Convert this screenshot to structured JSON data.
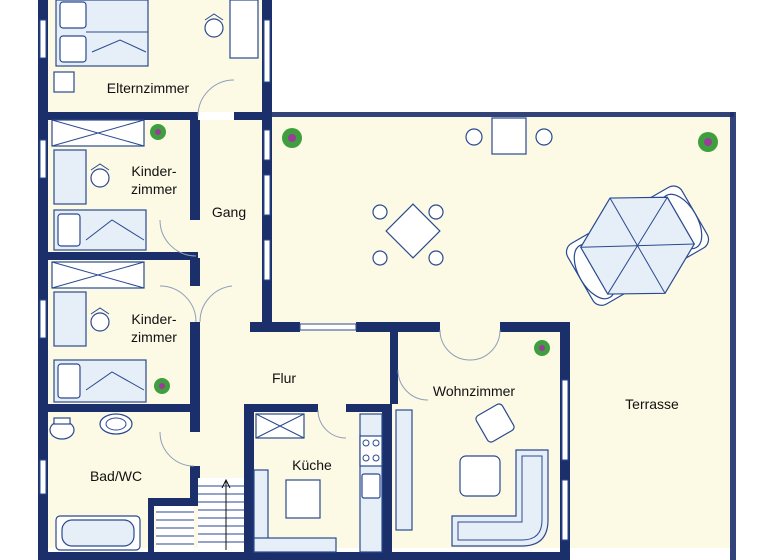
{
  "colors": {
    "wall": "#1b2f6b",
    "floor": "#fcf9e5",
    "furniture_fill": "#ffffff",
    "furniture_stroke": "#2a4a8f",
    "plant": "#3f9f3f",
    "plant_flower": "#9b3c9b"
  },
  "rooms": {
    "elternzimmer": "Elternzimmer",
    "kinderzimmer_1": [
      "Kinder-",
      "zimmer"
    ],
    "kinderzimmer_2": [
      "Kinder-",
      "zimmer"
    ],
    "gang": "Gang",
    "flur": "Flur",
    "wohnzimmer": "Wohnzimmer",
    "terrasse": "Terrasse",
    "bad_wc": "Bad/WC",
    "kueche": "Küche"
  },
  "icons": [
    "bed-icon",
    "chair-icon",
    "table-icon",
    "plant-icon",
    "parasol-icon",
    "sofa-icon",
    "bathtub-icon",
    "toilet-icon",
    "sink-icon",
    "stove-icon",
    "stairs-icon",
    "door-arc-icon",
    "window-icon",
    "wardrobe-icon"
  ]
}
